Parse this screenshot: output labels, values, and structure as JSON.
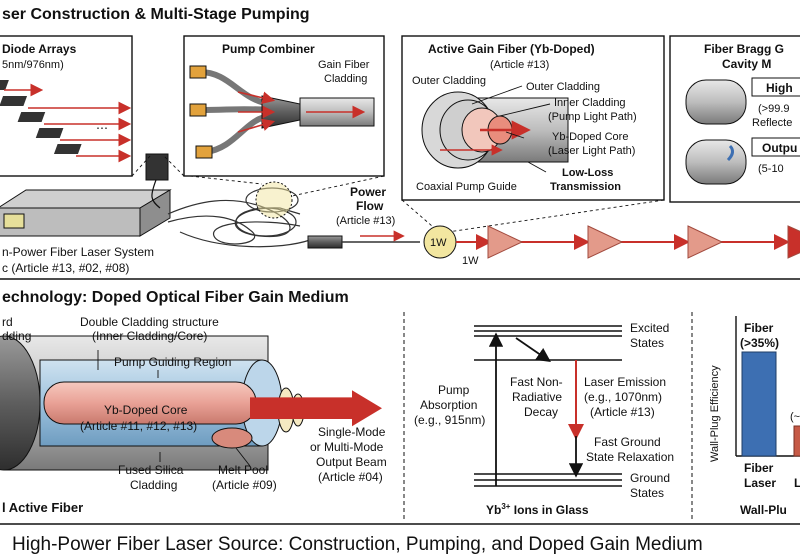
{
  "header": {
    "title_top": "ser Construction & Multi-Stage Pumping",
    "title_mid": "echnology: Doped Optical Fiber Gain Medium",
    "footer": "High-Power Fiber Laser Source: Construction, Pumping, and Doped Gain Medium"
  },
  "diode": {
    "title": "Diode Arrays",
    "sub": "5nm/976nm)"
  },
  "combiner": {
    "title": "Pump Combiner",
    "gain_label_1": "Gain Fiber",
    "gain_label_2": "Cladding"
  },
  "active_fiber": {
    "title": "Active Gain Fiber (Yb-Doped)",
    "sub": "(Article #13)",
    "outer_cladding_left": "Outer Cladding",
    "outer_cladding_right": "Outer Cladding",
    "inner_1": "Inner Cladding",
    "inner_2": "(Pump Light Path)",
    "core_1": "Yb-Doped Core",
    "core_2": "(Laser Light Path)",
    "coaxial": "Coaxial Pump Guide",
    "lowloss_1": "Low-Loss",
    "lowloss_2": "Transmission"
  },
  "fbg": {
    "title_1": "Fiber Bragg G",
    "title_2": "Cavity M",
    "high": "High",
    "high_val": "(>99.9",
    "reflected": "Reflecte",
    "output": "Outpu",
    "output_val": "(5-10"
  },
  "system": {
    "label_1": "n-Power Fiber Laser System",
    "label_2": "c (Article #13, #02, #08)"
  },
  "power_flow": {
    "title_1": "Power",
    "title_2": "Flow",
    "article": "(Article #13)",
    "node": "1W",
    "node_out": "1W"
  },
  "cross_section": {
    "label_rd": "rd",
    "label_dding": "dding",
    "double_1": "Double Cladding structure",
    "double_2": "(Inner Cladding/Core)",
    "pump_region": "Pump Guiding Region",
    "core_1": "Yb-Doped Core",
    "core_2": "(Article #11, #12, #13)",
    "fused_1": "Fused Silica",
    "fused_2": "Cladding",
    "melt_1": "Melt Pool",
    "melt_2": "(Article #09)",
    "beam_1": "Single-Mode",
    "beam_2": "or Multi-Mode",
    "beam_3": "Output Beam",
    "beam_4": "(Article #04)",
    "active": "l Active Fiber"
  },
  "energy": {
    "excited_1": "Excited",
    "excited_2": "States",
    "pump_1": "Pump",
    "pump_2": "Absorption",
    "pump_3": "(e.g., 915nm)",
    "nonrad_1": "Fast Non-",
    "nonrad_2": "Radiative",
    "nonrad_3": "Decay",
    "emission_1": "Laser Emission",
    "emission_2": "(e.g., 1070nm)",
    "emission_3": "(Article #13)",
    "ground_fast_1": "Fast Ground",
    "ground_fast_2": "State Relaxation",
    "ground_1": "Ground",
    "ground_2": "States",
    "ions": "Yb",
    "ions_sup": "3+",
    "ions_rest": " Ions in Glass"
  },
  "efficiency": {
    "ylabel": "Wall-Plug Efficiency",
    "fiber_1": "Fiber",
    "fiber_2": "(>35%)",
    "other_val": "(~",
    "cat_1a": "Fiber",
    "cat_1b": "Laser",
    "cat_2": "L",
    "caption": "Wall-Plu"
  },
  "colors": {
    "ink": "#111111",
    "beam": "#c8302a",
    "core_pink": "#e9a196",
    "cladding_blue": "#9ec3de",
    "panel_gray": "#8e8e8e",
    "bar_blue": "#3d6fb2",
    "bar_red": "#c65a46",
    "amp_pink": "#e39a8a",
    "pump_yellow": "#f2e6a0"
  }
}
